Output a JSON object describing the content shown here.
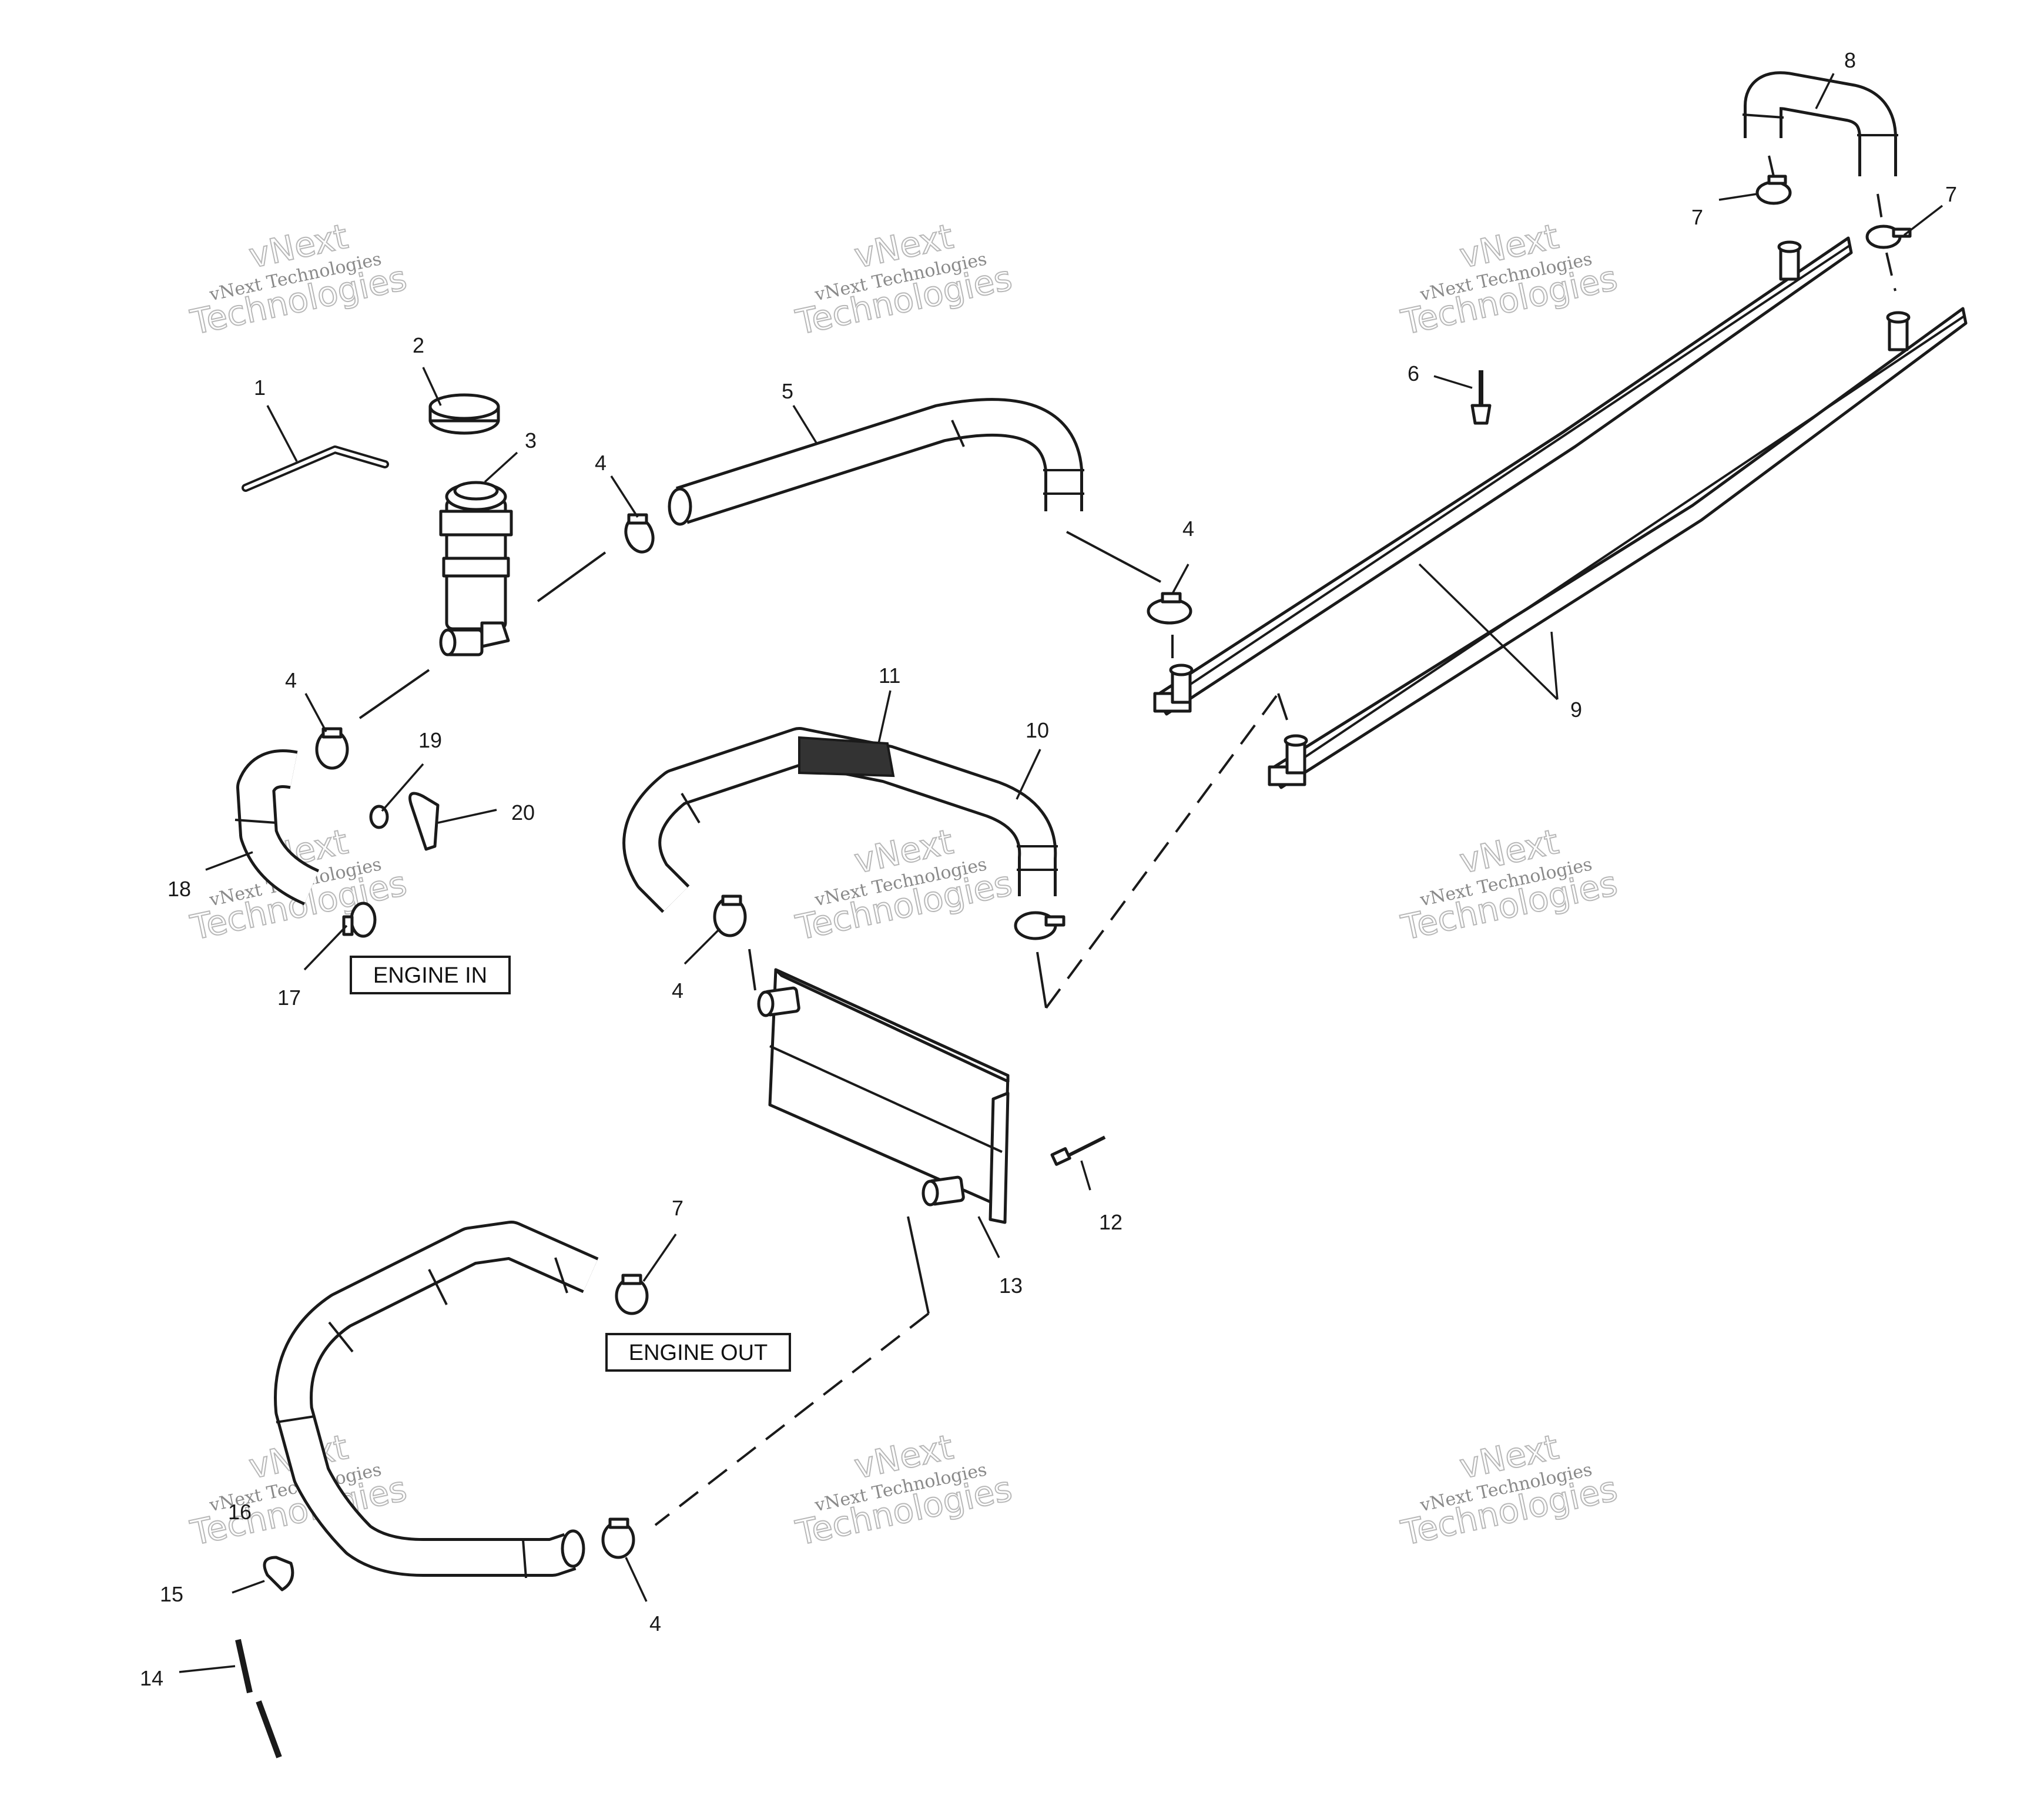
{
  "callouts": {
    "c1": "1",
    "c2": "2",
    "c3": "3",
    "c4a": "4",
    "c5": "5",
    "c6": "6",
    "c7a": "7",
    "c7b": "7",
    "c8": "8",
    "c4b": "4",
    "c9": "9",
    "c11": "11",
    "c10": "10",
    "c4c": "4",
    "c19": "19",
    "c20": "20",
    "c18": "18",
    "c17": "17",
    "c4d": "4",
    "c12": "12",
    "c13": "13",
    "c7c": "7",
    "c16": "16",
    "c15": "15",
    "c14": "14",
    "c4e": "4"
  },
  "labels": {
    "engine_in": "ENGINE IN",
    "engine_out": "ENGINE OUT"
  },
  "watermark": {
    "line1": "vNext",
    "line2": "vNext Technologies",
    "line3": "Technologies"
  },
  "colors": {
    "ink": "#1a1a1a",
    "watermark": "#b8b8b8"
  }
}
